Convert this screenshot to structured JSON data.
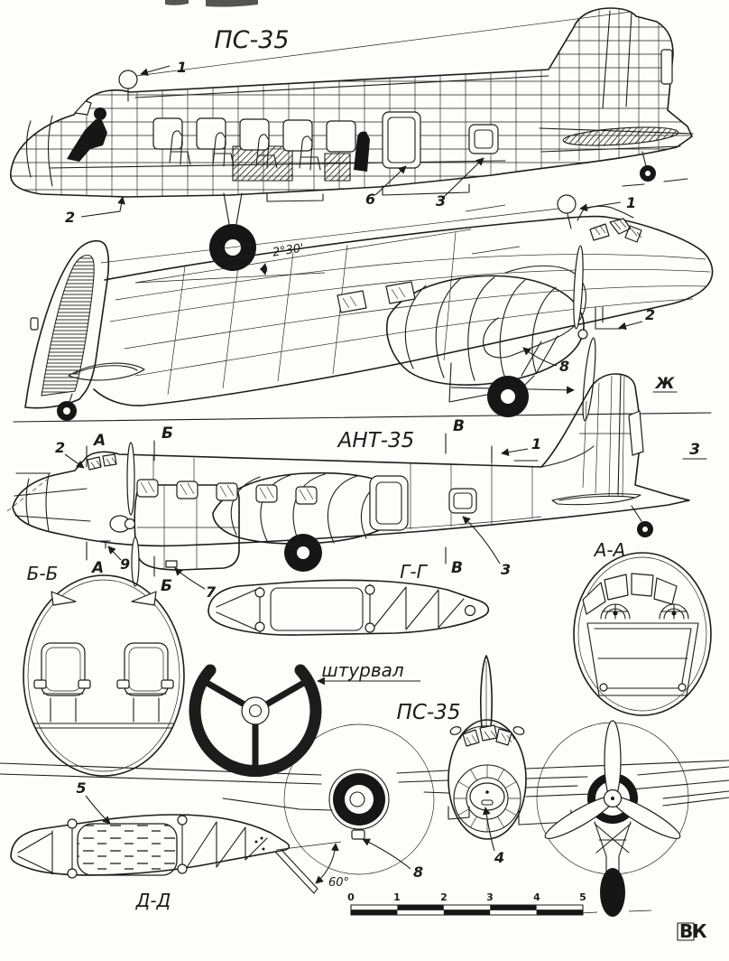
{
  "palette": {
    "ink": "#1c1c1c",
    "paper": "#fdfdfa"
  },
  "cutaway_view": {
    "title": "ПС-35",
    "callouts": {
      "antenna": "1",
      "pitot": "2",
      "door": "6",
      "window": "3"
    }
  },
  "attitude_view": {
    "angle": "2°30'",
    "callouts": {
      "antenna": "1",
      "step": "2",
      "nacelle": "8"
    }
  },
  "side_view": {
    "title": "АНТ-35",
    "sections_top": {
      "a": "А",
      "b": "Б",
      "v": "В"
    },
    "sections_bottom": {
      "a": "А",
      "b": "Б",
      "v": "В"
    },
    "callouts": {
      "mast": "1",
      "nose": "2",
      "window": "3",
      "nacelle": "7",
      "pitot": "9"
    },
    "fin_label": "Ж",
    "rudder_label": "3"
  },
  "cross_sections": {
    "fuselage": {
      "label": "Б-Б"
    },
    "wing_spar": {
      "label": "Г-Г"
    },
    "cockpit": {
      "label": "А-А"
    },
    "wing": {
      "label": "Д-Д",
      "tank_callout": "5",
      "flap_angle": "60°"
    }
  },
  "control_wheel": {
    "label": "штурвал"
  },
  "front_view": {
    "title": "ПС-35",
    "callouts": {
      "nose": "4",
      "nacelle": "8"
    }
  },
  "scale_bar": {
    "ticks": [
      "0",
      "1",
      "2",
      "3",
      "4",
      "5"
    ]
  },
  "signature": "ВК"
}
